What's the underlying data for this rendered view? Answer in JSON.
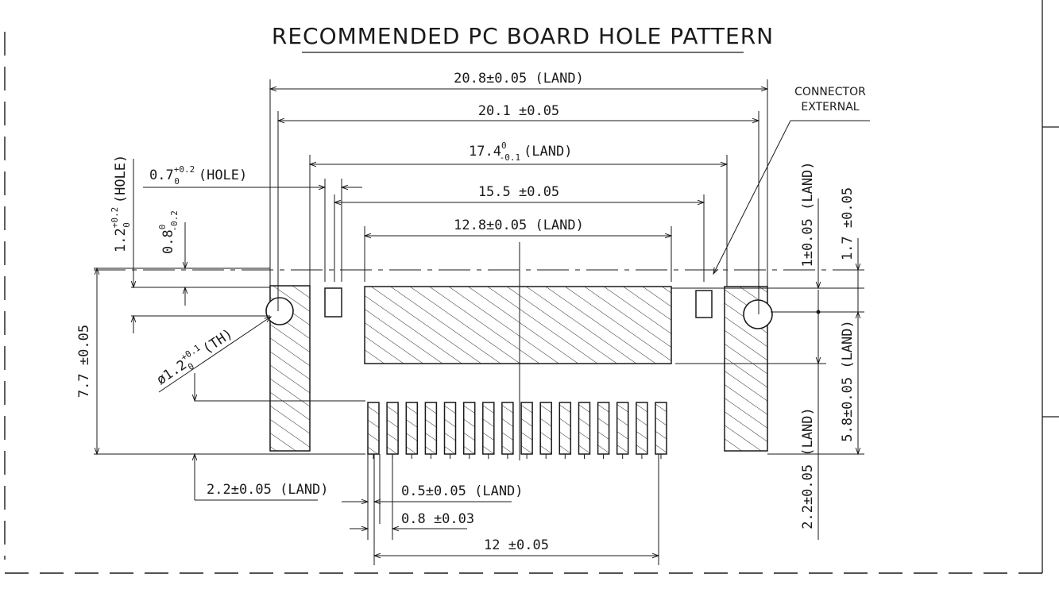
{
  "title": "RECOMMENDED PC BOARD HOLE PATTERN",
  "connector_label": [
    "CONNECTOR",
    "EXTERNAL"
  ],
  "dimensions": {
    "land_width": "20.8±0.05 (LAND)",
    "hole_pitch": "20.1 ±0.05",
    "inner_land_main": "17.4",
    "inner_land_tol_upper": "0",
    "inner_land_tol_lower": "-0.1",
    "inner_land_suffix": "(LAND)",
    "hole_small_main": "0.7",
    "hole_small_tol_upper": "+0.2",
    "hole_small_tol_lower": "0",
    "hole_small_suffix": "(HOLE)",
    "small_hole_pitch": "15.5 ±0.05",
    "center_land": "12.8±0.05 (LAND)",
    "hole_height_main": "1.2",
    "hole_height_tol_upper": "+0.2",
    "hole_height_tol_lower": "0",
    "hole_height_suffix": "(HOLE)",
    "offset_main": "0.8",
    "offset_tol_upper": "0",
    "offset_tol_lower": "-0.2",
    "overall_height": "7.7 ±0.05",
    "through_hole_main": "ø1.2",
    "through_hole_tol_upper": "+0.1",
    "through_hole_tol_lower": "0",
    "through_hole_suffix": "(TH)",
    "signal_land_height": "2.2±0.05 (LAND)",
    "signal_land_width": "0.5±0.05 (LAND)",
    "signal_pitch": "0.8 ±0.03",
    "signal_span": "12 ±0.05",
    "right_top_land": "1±0.05 (LAND)",
    "right_step": "1.7 ±0.05",
    "right_land_height": "5.8±0.05 (LAND)",
    "right_bottom_land": "2.2±0.05 (LAND)"
  },
  "signal_pad_count": 16
}
